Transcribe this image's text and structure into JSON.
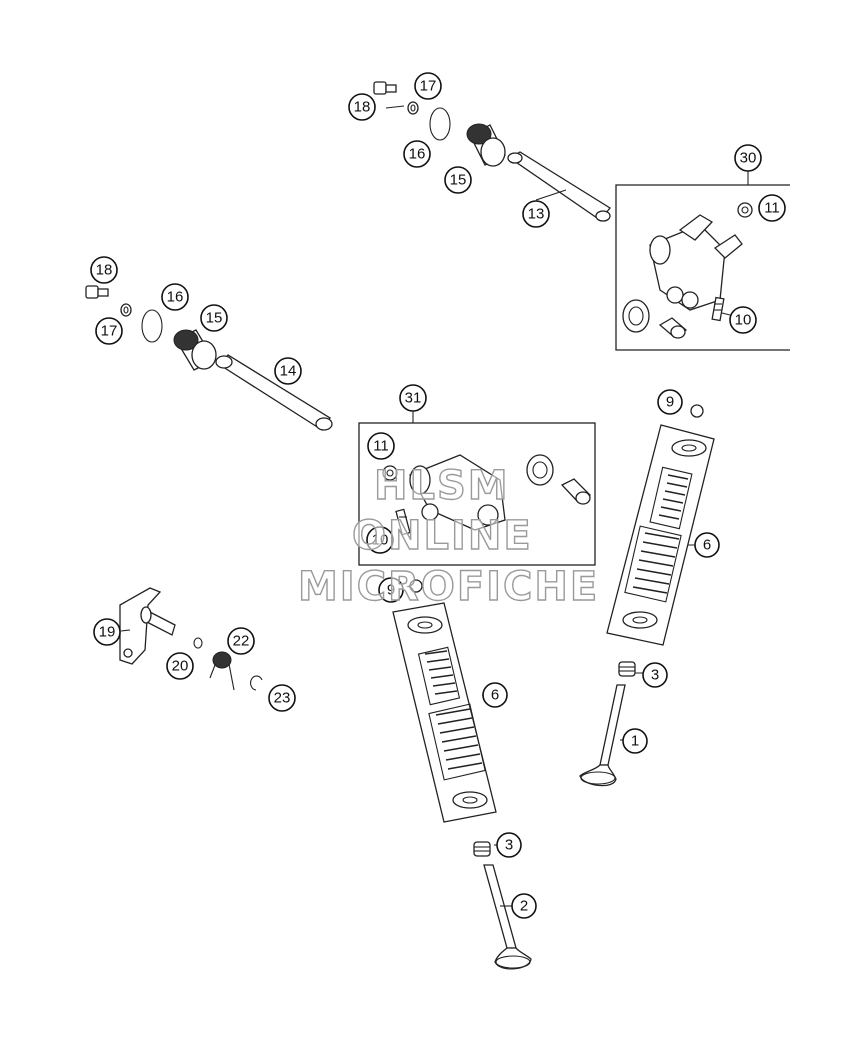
{
  "watermark": {
    "line1": "HLSM",
    "line2": "ONLINE",
    "line3": "MICROFICHE"
  },
  "callouts": {
    "c1": "1",
    "c2": "2",
    "c3a": "3",
    "c3b": "3",
    "c6a": "6",
    "c6b": "6",
    "c9a": "9",
    "c9b": "9",
    "c10a": "10",
    "c10b": "10",
    "c11a": "11",
    "c11b": "11",
    "c13": "13",
    "c14": "14",
    "c15a": "15",
    "c15b": "15",
    "c16a": "16",
    "c16b": "16",
    "c17a": "17",
    "c17b": "17",
    "c18a": "18",
    "c18b": "18",
    "c19": "19",
    "c20": "20",
    "c22": "22",
    "c23": "23",
    "c30": "30",
    "c31": "31"
  }
}
